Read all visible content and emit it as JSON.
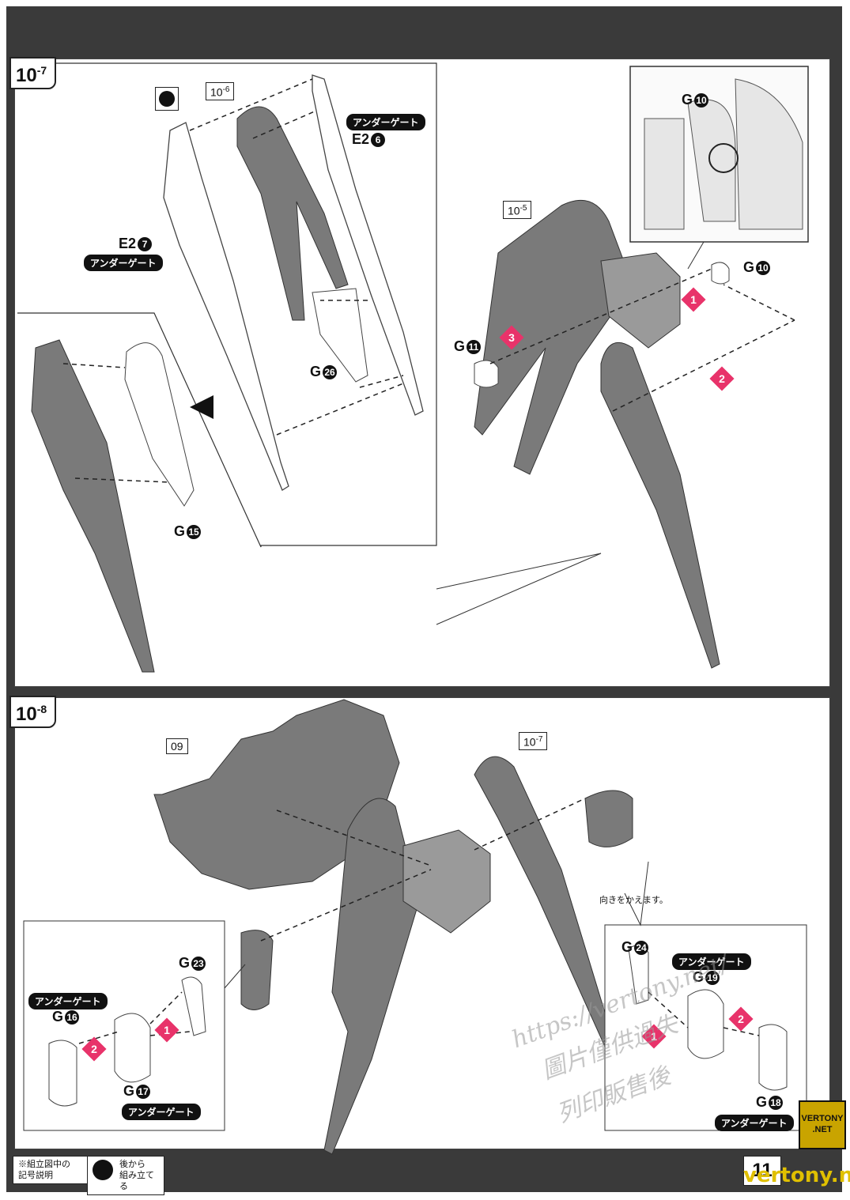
{
  "step_10_7": {
    "tag_main": "10",
    "tag_sub": "-7",
    "ref_a_main": "10",
    "ref_a_sub": "-6",
    "ref_b_main": "10",
    "ref_b_sub": "-5",
    "gate_1": "アンダーゲート",
    "gate_2": "アンダーゲート",
    "part_e2_6": "E2",
    "part_e2_6_num": "6",
    "part_e2_7": "E2",
    "part_e2_7_num": "7",
    "part_g26": "G",
    "part_g26_num": "26",
    "part_g15": "G",
    "part_g15_num": "15",
    "part_g10_a": "G",
    "part_g10_a_num": "10",
    "part_g10_b": "G",
    "part_g10_b_num": "10",
    "part_g11": "G",
    "part_g11_num": "11",
    "step_1": "1",
    "step_2": "2",
    "step_3": "3"
  },
  "step_10_8": {
    "tag_main": "10",
    "tag_sub": "-8",
    "ref_09": "09",
    "ref_c_main": "10",
    "ref_c_sub": "-7",
    "note_turn": "向きをかえます。",
    "part_g23": "G",
    "part_g23_num": "23",
    "part_g16": "G",
    "part_g16_num": "16",
    "part_g17": "G",
    "part_g17_num": "17",
    "part_g24": "G",
    "part_g24_num": "24",
    "part_g19": "G",
    "part_g19_num": "19",
    "part_g18": "G",
    "part_g18_num": "18",
    "gate_16": "アンダーゲート",
    "gate_17": "アンダーゲート",
    "gate_19": "アンダーゲート",
    "gate_18": "アンダーゲート",
    "left_step_1": "1",
    "left_step_2": "2",
    "right_step_1": "1",
    "right_step_2": "2"
  },
  "footer": {
    "legend_title_1": "※組立図中の",
    "legend_title_2": "記号説明",
    "legend_text_1": "後から",
    "legend_text_2": "組み立てる",
    "page_number": "11",
    "site": "vertony.net"
  },
  "watermark": {
    "line1": "https://vertony.net/",
    "line2": "圖片僅供過失",
    "line3": "列印販售後"
  },
  "logo": {
    "line1": "VERTONY",
    "line2": ".NET"
  },
  "colors": {
    "frame": "#3a3a3a",
    "accent": "#e8336a",
    "part_gray": "#7a7a7a"
  }
}
